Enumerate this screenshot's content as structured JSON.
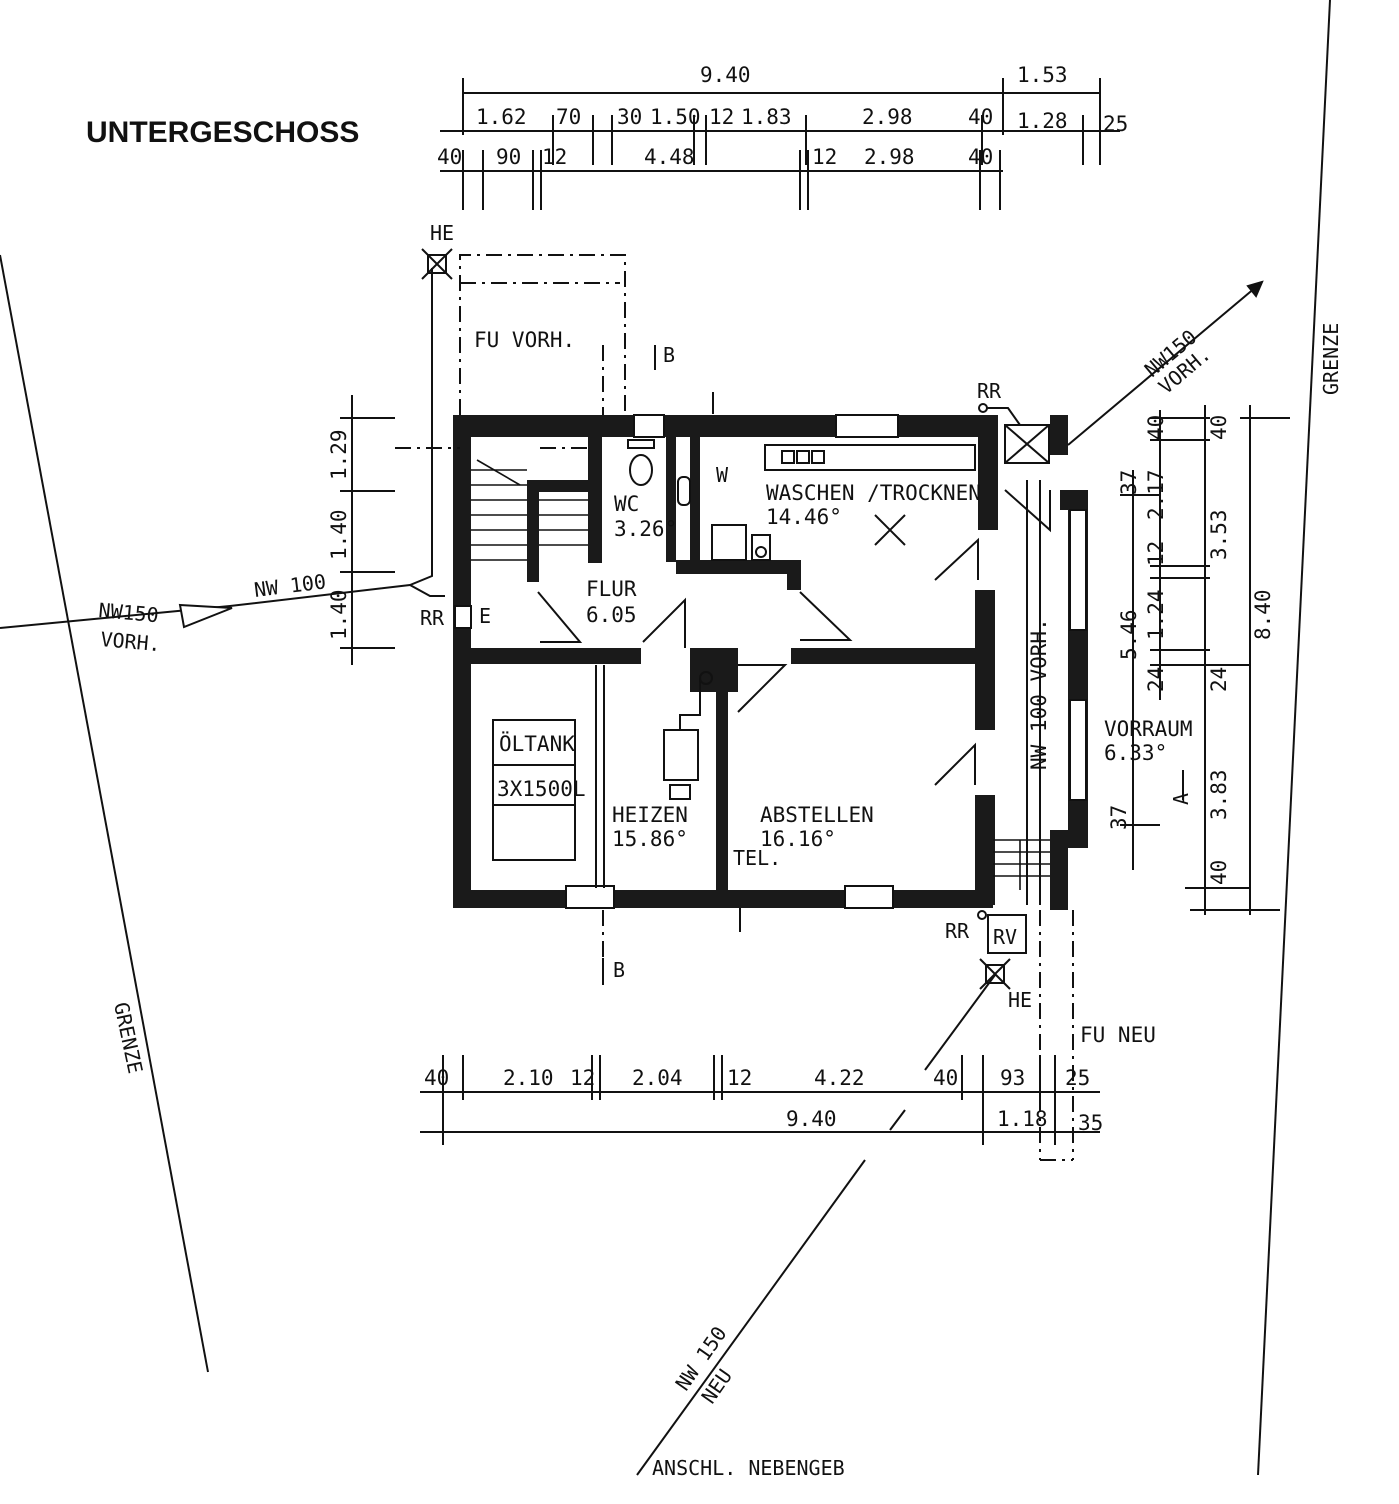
{
  "title": "UNTERGESCHOSS",
  "rooms": {
    "wc": {
      "name": "WC",
      "area": "3.26°"
    },
    "waschen": {
      "name": "WASCHEN /TROCKNEN",
      "area": "14.46°"
    },
    "flur": {
      "name": "FLUR",
      "area": "6.05"
    },
    "heizen": {
      "name": "HEIZEN",
      "area": "15.86°"
    },
    "abstellen": {
      "name": "ABSTELLEN",
      "area": "16.16°"
    },
    "vorraum": {
      "name": "VORRAUM",
      "area": "6.33°"
    }
  },
  "oeltank": {
    "label": "ÖLTANK",
    "capacity": "3X1500L"
  },
  "annotations": {
    "fu_vorh": "FU VORH.",
    "fu_neu": "FU NEU",
    "he_top": "HE",
    "he_bottom": "HE",
    "rr_left": "RR",
    "rr_top": "RR",
    "rr_bottom": "RR",
    "rv": "RV",
    "e": "E",
    "w": "W",
    "tel": "TEL.",
    "section_b_top": "B",
    "section_b_bottom": "B",
    "section_a": "A",
    "nw100_left": "NW 100",
    "nw150_left": "NW150",
    "vorh_left": "VORH.",
    "nw150_right": "NW150",
    "vorh_right": "VORH.",
    "nw100_vorh_vertical": "NW 100  VORH.",
    "nw150_neu_1": "NW 150",
    "nw150_neu_2": "NEU",
    "anschl": "ANSCHL. NEBENGEB",
    "grenze_right": "GRENZE",
    "grenze_left": "GRENZE"
  },
  "dims_top": {
    "overall": "9.40",
    "r1": [
      "1.62",
      "70",
      "30",
      "1.50",
      "12",
      "1.83",
      "2.98",
      "40"
    ],
    "r1_right": [
      "1.53",
      "1.28",
      "25"
    ],
    "r2": [
      "40",
      "90",
      "12",
      "4.48",
      "12",
      "2.98",
      "40"
    ]
  },
  "dims_left": [
    "1.29",
    "1.40",
    "1.40"
  ],
  "dims_right": {
    "c1": [
      "40",
      "37",
      "12",
      "24",
      "37"
    ],
    "c2": [
      "2.17",
      "5.46",
      "1.24"
    ],
    "c3": [
      "40",
      "3.53",
      "24",
      "3.83",
      "40"
    ],
    "c4": [
      "8.40"
    ]
  },
  "dims_bottom": {
    "r1": [
      "40",
      "2.10",
      "12",
      "2.04",
      "12",
      "4.22",
      "40",
      "93",
      "25"
    ],
    "r2": [
      "9.40",
      "1.18",
      "35"
    ]
  }
}
